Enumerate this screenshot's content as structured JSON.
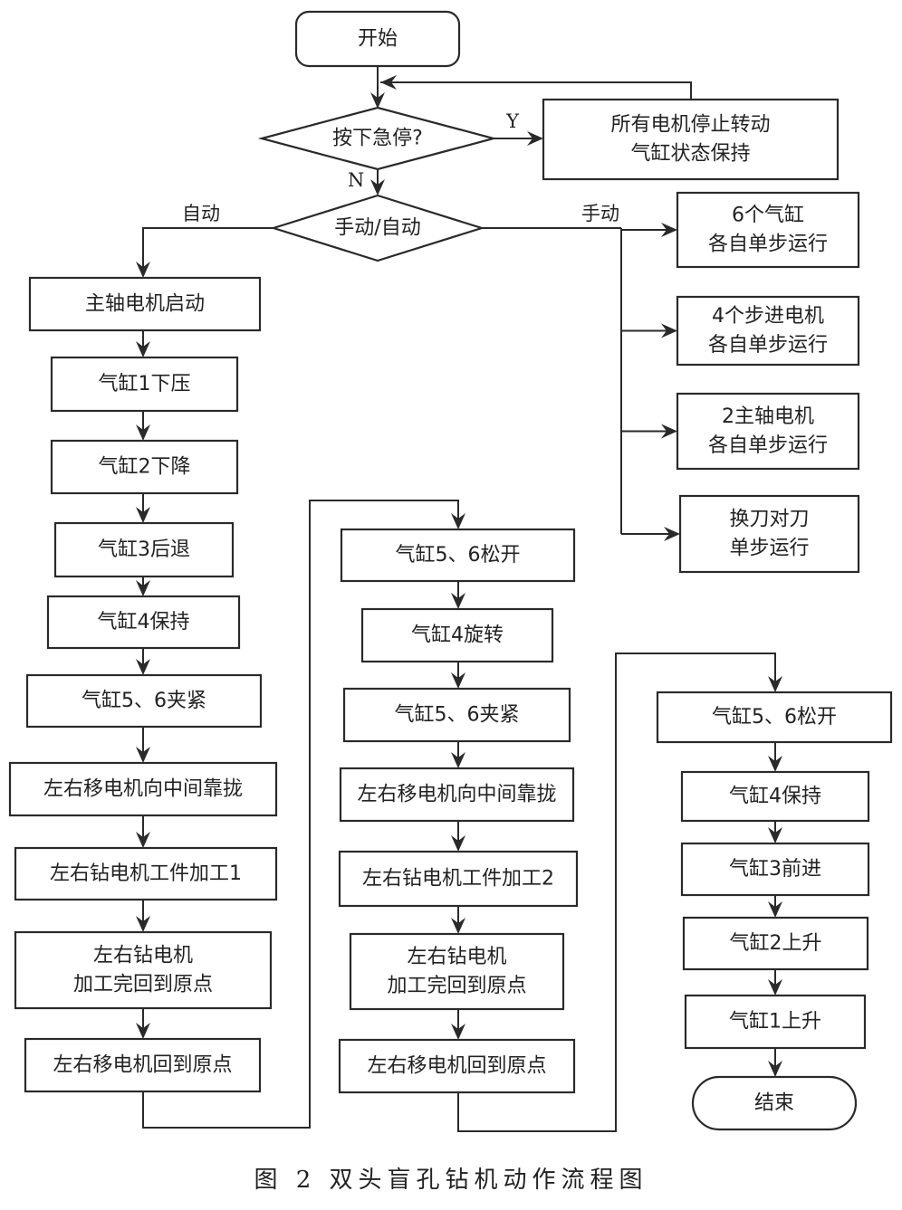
{
  "start": "开始",
  "end": "结束",
  "estop": {
    "question": "按下急停?",
    "yes_label": "Y",
    "no_label": "N",
    "action": [
      "所有电机停止转动",
      "气缸状态保持"
    ]
  },
  "mode": {
    "question": "手动/自动",
    "auto_label": "自动",
    "manual_label": "手动"
  },
  "manual_steps": [
    [
      "6个气缸",
      "各自单步运行"
    ],
    [
      "4个步进电机",
      "各自单步运行"
    ],
    [
      "2主轴电机",
      "各自单步运行"
    ],
    [
      "换刀对刀",
      "单步运行"
    ]
  ],
  "auto_column1": [
    [
      "主轴电机启动"
    ],
    [
      "气缸1下压"
    ],
    [
      "气缸2下降"
    ],
    [
      "气缸3后退"
    ],
    [
      "气缸4保持"
    ],
    [
      "气缸5、6夹紧"
    ],
    [
      "左右移电机向中间靠拢"
    ],
    [
      "左右钻电机工件加工1"
    ],
    [
      "左右钻电机",
      "加工完回到原点"
    ],
    [
      "左右移电机回到原点"
    ]
  ],
  "auto_column2": [
    [
      "气缸5、6松开"
    ],
    [
      "气缸4旋转"
    ],
    [
      "气缸5、6夹紧"
    ],
    [
      "左右移电机向中间靠拢"
    ],
    [
      "左右钻电机工件加工2"
    ],
    [
      "左右钻电机",
      "加工完回到原点"
    ],
    [
      "左右移电机回到原点"
    ]
  ],
  "auto_column3": [
    [
      "气缸5、6松开"
    ],
    [
      "气缸4保持"
    ],
    [
      "气缸3前进"
    ],
    [
      "气缸2上升"
    ],
    [
      "气缸1上升"
    ]
  ],
  "caption": "图 2  双头盲孔钻机动作流程图"
}
